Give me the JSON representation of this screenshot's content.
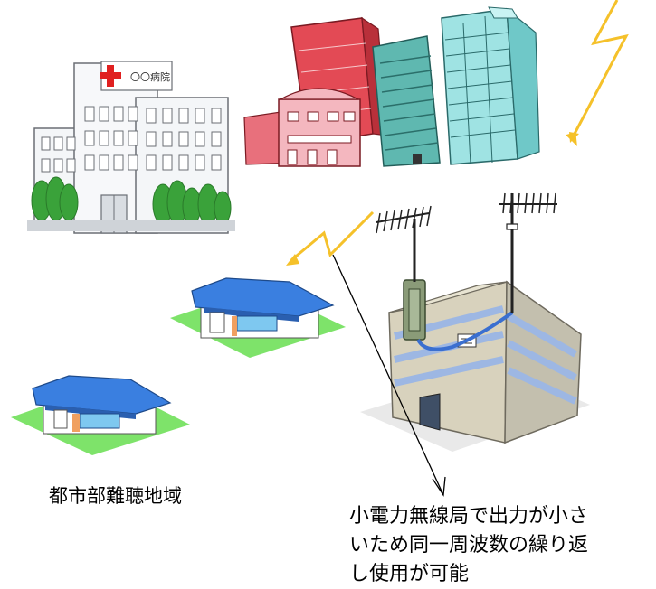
{
  "hospital": {
    "sign_text": "〇〇病院"
  },
  "area_label": "都市部難聴地域",
  "note": {
    "lines": [
      "小電力無線局で出力が小さ",
      "いため同一周波数の繰り返",
      "し使用が可能"
    ]
  },
  "colors": {
    "lightning": "#f5c12a",
    "roof_blue": "#3a7fe0",
    "lawn_green": "#7ee36a",
    "hospital_cross": "#e02020",
    "tree_green": "#3aa23a",
    "cable_blue": "#3a6fd0",
    "tower_red": "#e34a55",
    "tower_pink": "#f4b7bf",
    "tower_teal": "#5fb8b0",
    "tower_cyan": "#9fe3e3"
  }
}
